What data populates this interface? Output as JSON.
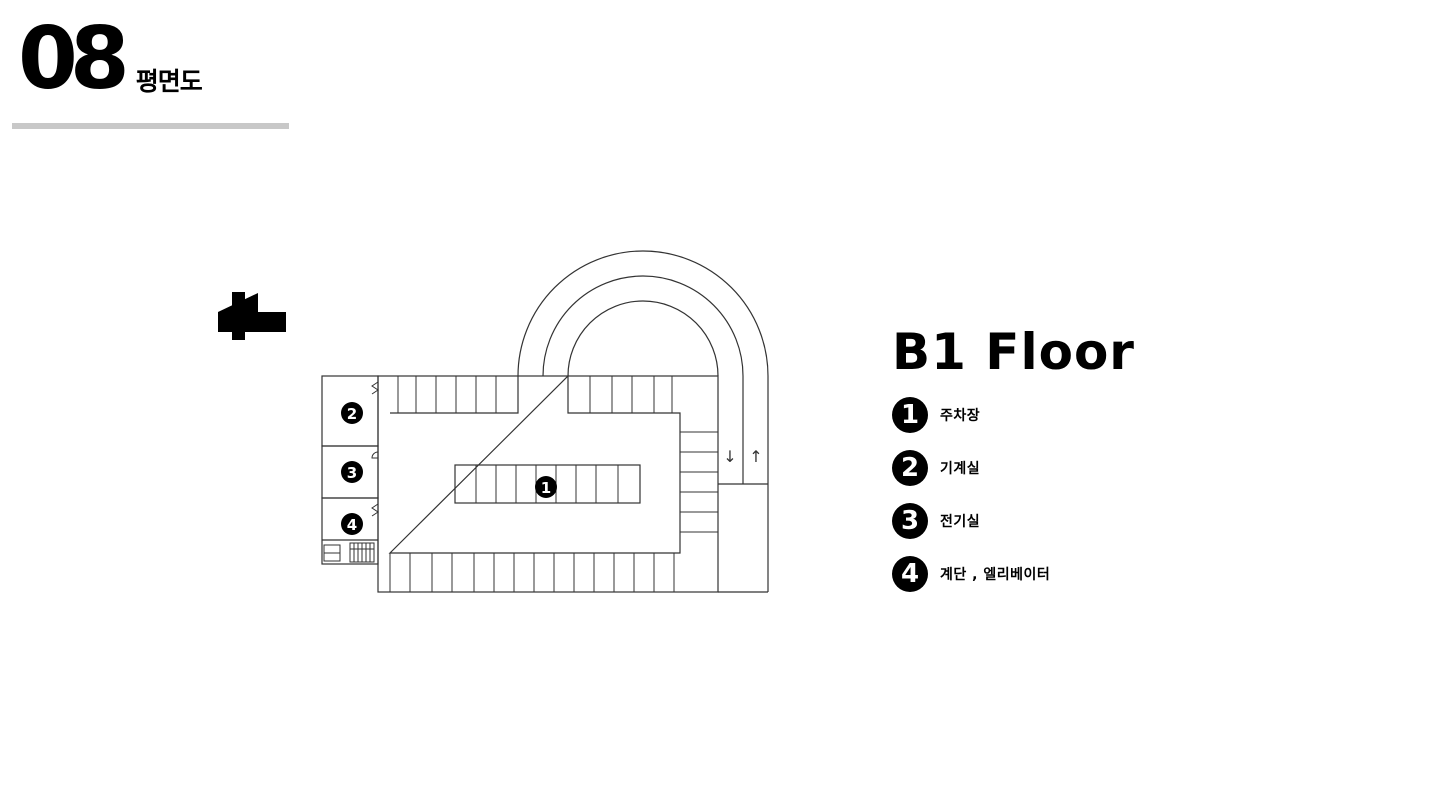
{
  "header": {
    "number": "08",
    "title": "평면도"
  },
  "plan": {
    "north_marker": "4",
    "markers": [
      "1",
      "2",
      "3",
      "4"
    ],
    "ramp_arrows": [
      "↓",
      "↑"
    ],
    "line_color": "#333333"
  },
  "legend": {
    "floor": "B1 Floor",
    "items": [
      {
        "badge": "1",
        "label": "주차장"
      },
      {
        "badge": "2",
        "label": "기계실"
      },
      {
        "badge": "3",
        "label": "전기실"
      },
      {
        "badge": "4",
        "label": "계단 , 엘리베이터"
      }
    ]
  }
}
